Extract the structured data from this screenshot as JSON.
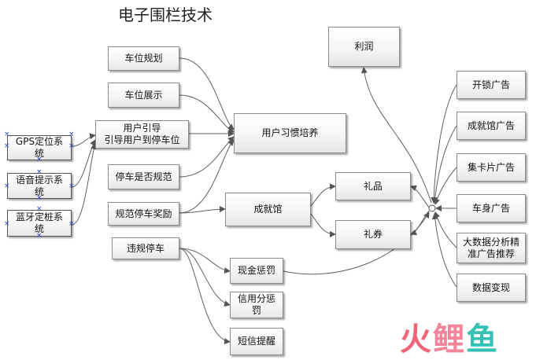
{
  "title": "电子围栏技术",
  "nodes": {
    "parking_plan": "车位规划",
    "parking_show": "车位展示",
    "user_guide": "用户引导\n引导用户到停车位",
    "parking_norm": "停车是否规范",
    "reward": "规范停车奖励",
    "violation": "违规停车",
    "gps": "GPS定位系\n统",
    "voice": "语音提示系\n统",
    "bluetooth": "蓝牙定桩系\n统",
    "habit": "用户习惯培养",
    "achievement": "成就馆",
    "gift": "礼品",
    "coupon": "礼券",
    "cash_fine": "现金惩罚",
    "credit_fine": "信用分惩\n罚",
    "sms": "短信提醒",
    "profit": "利润",
    "ad_unlock": "开锁广告",
    "ad_achievement": "成就馆广告",
    "ad_card": "集卡片广告",
    "ad_body": "车身广告",
    "ad_bigdata": "大数据分析精\n准广告推荐",
    "data_monetize": "数据变现"
  },
  "logo_text": [
    "火",
    "鲤",
    "鱼"
  ]
}
